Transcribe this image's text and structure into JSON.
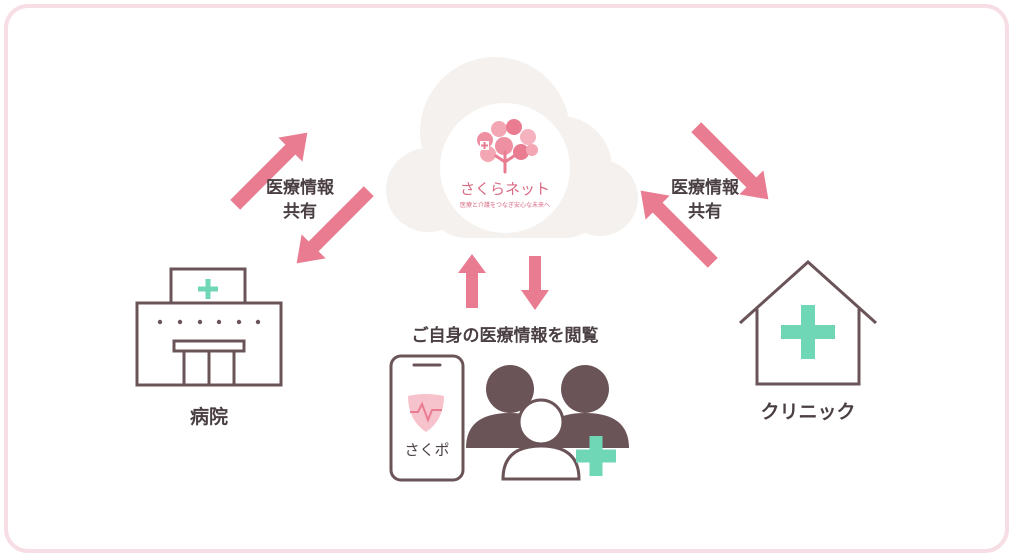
{
  "cloud": {
    "service_name": "さくらネット",
    "tagline": "医療と介護をつなぎ安心な未来へ"
  },
  "left_flow": {
    "line1": "医療情報",
    "line2": "共有"
  },
  "right_flow": {
    "line1": "医療情報",
    "line2": "共有"
  },
  "center_flow": {
    "label": "ご自身の医療情報を閲覧"
  },
  "hospital": {
    "label": "病院"
  },
  "clinic": {
    "label": "クリニック"
  },
  "app": {
    "label": "さくポ"
  },
  "colors": {
    "arrow": "#ea7c92",
    "line": "#6b5458",
    "cross": "#6fd6b6",
    "cloud": "#f4f1ee",
    "people": "#6b5458"
  }
}
